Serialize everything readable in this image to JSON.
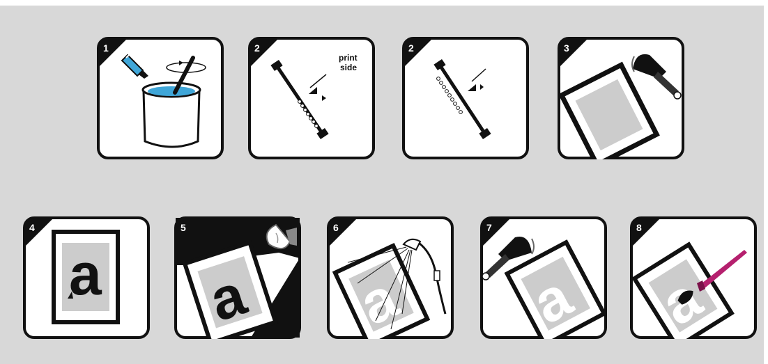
{
  "colors": {
    "background": "#d8d8d8",
    "panel_border": "#111111",
    "panel_fill": "#ffffff",
    "emulsion_blue": "#3fa6d8",
    "screen_gray": "#cccccc",
    "squeegee_magenta": "#b5206e"
  },
  "panels": [
    {
      "step": "1",
      "icons": [
        "emulsion-bottle-icon",
        "paint-can-icon",
        "stirring-stick-icon",
        "rotation-arrow-icon"
      ]
    },
    {
      "step": "2",
      "label": "print side",
      "icons": [
        "scoop-coater-icon",
        "eye-icon"
      ]
    },
    {
      "step": "2",
      "icons": [
        "scoop-coater-icon",
        "eye-icon"
      ]
    },
    {
      "step": "3",
      "icons": [
        "screen-frame-icon",
        "hair-dryer-icon"
      ]
    },
    {
      "step": "4",
      "glyph": "a",
      "icons": [
        "screen-frame-icon",
        "film-positive-icon"
      ]
    },
    {
      "step": "5",
      "glyph": "a",
      "icons": [
        "screen-frame-icon",
        "exposure-lamp-icon"
      ]
    },
    {
      "step": "6",
      "glyph": "a",
      "icons": [
        "screen-frame-icon",
        "spray-nozzle-icon"
      ]
    },
    {
      "step": "7",
      "glyph": "a",
      "icons": [
        "screen-frame-icon",
        "hair-dryer-icon"
      ]
    },
    {
      "step": "8",
      "glyph": "a",
      "icons": [
        "screen-frame-icon",
        "squeegee-icon"
      ]
    }
  ]
}
